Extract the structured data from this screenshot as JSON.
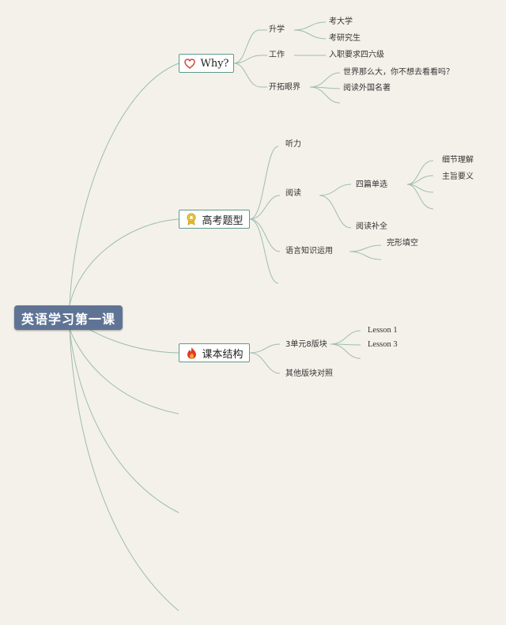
{
  "root": {
    "label": "英语学习第一课"
  },
  "branches": {
    "why": {
      "label": "Why?",
      "icon": "heart-icon"
    },
    "exam": {
      "label": "高考题型",
      "icon": "award-ribbon-icon"
    },
    "structure": {
      "label": "课本结构",
      "icon": "flame-icon"
    }
  },
  "why": {
    "shengxue": "升学",
    "kaodaxue": "考大学",
    "kaoyan": "考研究生",
    "gongzuo": "工作",
    "ruzhi": "入职要求四六级",
    "kaituo": "开拓眼界",
    "shijie": "世界那么大，你不想去看看吗？",
    "yuedu_waiguo": "阅读外国名著"
  },
  "exam": {
    "tingli": "听力",
    "yuedu": "阅读",
    "sipian": "四篇单选",
    "xijie": "细节理解",
    "zhuzhi": "主旨要义",
    "yuedubuquan": "阅读补全",
    "yuyan": "语言知识运用",
    "wanxing": "完形填空"
  },
  "structure": {
    "danyuan": "3单元8版块",
    "lesson1": "Lesson 1",
    "lesson3": "Lesson 3",
    "qita": "其他版块对照"
  },
  "colors": {
    "background": "#f4f1ea",
    "root_fill": "#5f7495",
    "branch_border": "#5f9a8a",
    "connector": "#9dbdb0"
  }
}
